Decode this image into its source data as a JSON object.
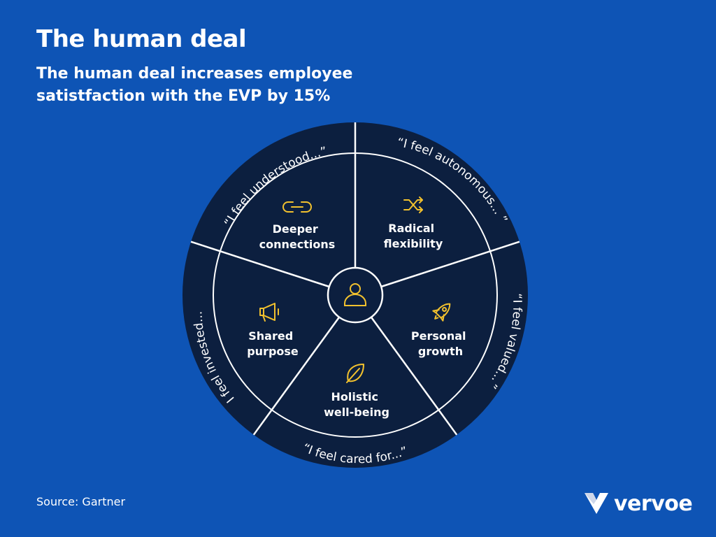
{
  "header": {
    "title": "The human deal",
    "subtitle": "The human deal increases employee satistfaction with the EVP by 15%"
  },
  "footer": {
    "source": "Source: Gartner",
    "brand": "vervoe"
  },
  "colors": {
    "background": "#0e54b5",
    "wheel": "#0c1f3f",
    "lines": "#ffffff",
    "icon_accent": "#f2c12e"
  },
  "wheel": {
    "center_icon": "person-icon",
    "segments": [
      {
        "line1": "Deeper",
        "line2": "connections",
        "icon": "link-icon",
        "quote": "“I feel understood...”"
      },
      {
        "line1": "Radical",
        "line2": "flexibility",
        "icon": "shuffle-icon",
        "quote": "“I feel autonomous... ”"
      },
      {
        "line1": "Personal",
        "line2": "growth",
        "icon": "rocket-icon",
        "quote": "“I feel valued...”"
      },
      {
        "line1": "Holistic",
        "line2": "well-being",
        "icon": "leaf-icon",
        "quote": "“I feel cared for...”"
      },
      {
        "line1": "Shared",
        "line2": "purpose",
        "icon": "megaphone-icon",
        "quote": "“I feel invested... ”"
      }
    ]
  }
}
